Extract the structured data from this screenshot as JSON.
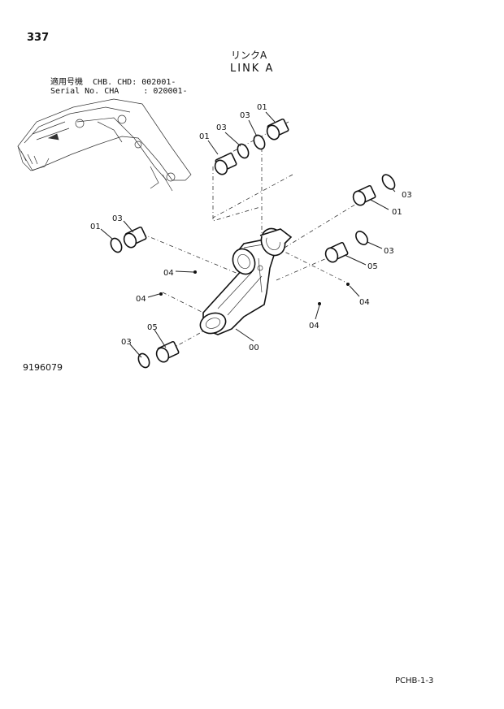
{
  "header": {
    "page_number": "337",
    "title_jp": "リンクA",
    "title_en": "LINK A",
    "serial_line_1": "適用号機  CHB. CHD: 002001-",
    "serial_line_2": "Serial No. CHA     : 020001-"
  },
  "figure_number": "9196079",
  "page_code": "PCHB-1-3",
  "callouts": [
    {
      "id": "c01a",
      "label": "01"
    },
    {
      "id": "c03a",
      "label": "03"
    },
    {
      "id": "c03b",
      "label": "03"
    },
    {
      "id": "c01b",
      "label": "01"
    },
    {
      "id": "c03c",
      "label": "03"
    },
    {
      "id": "c01c",
      "label": "01"
    },
    {
      "id": "c03d",
      "label": "03"
    },
    {
      "id": "c01d",
      "label": "01"
    },
    {
      "id": "c03e",
      "label": "03"
    },
    {
      "id": "c05a",
      "label": "05"
    },
    {
      "id": "c04a",
      "label": "04"
    },
    {
      "id": "c04b",
      "label": "04"
    },
    {
      "id": "c04c",
      "label": "04"
    },
    {
      "id": "c04d",
      "label": "04"
    },
    {
      "id": "c05b",
      "label": "05"
    },
    {
      "id": "c03f",
      "label": "03"
    },
    {
      "id": "c00",
      "label": "00"
    }
  ]
}
